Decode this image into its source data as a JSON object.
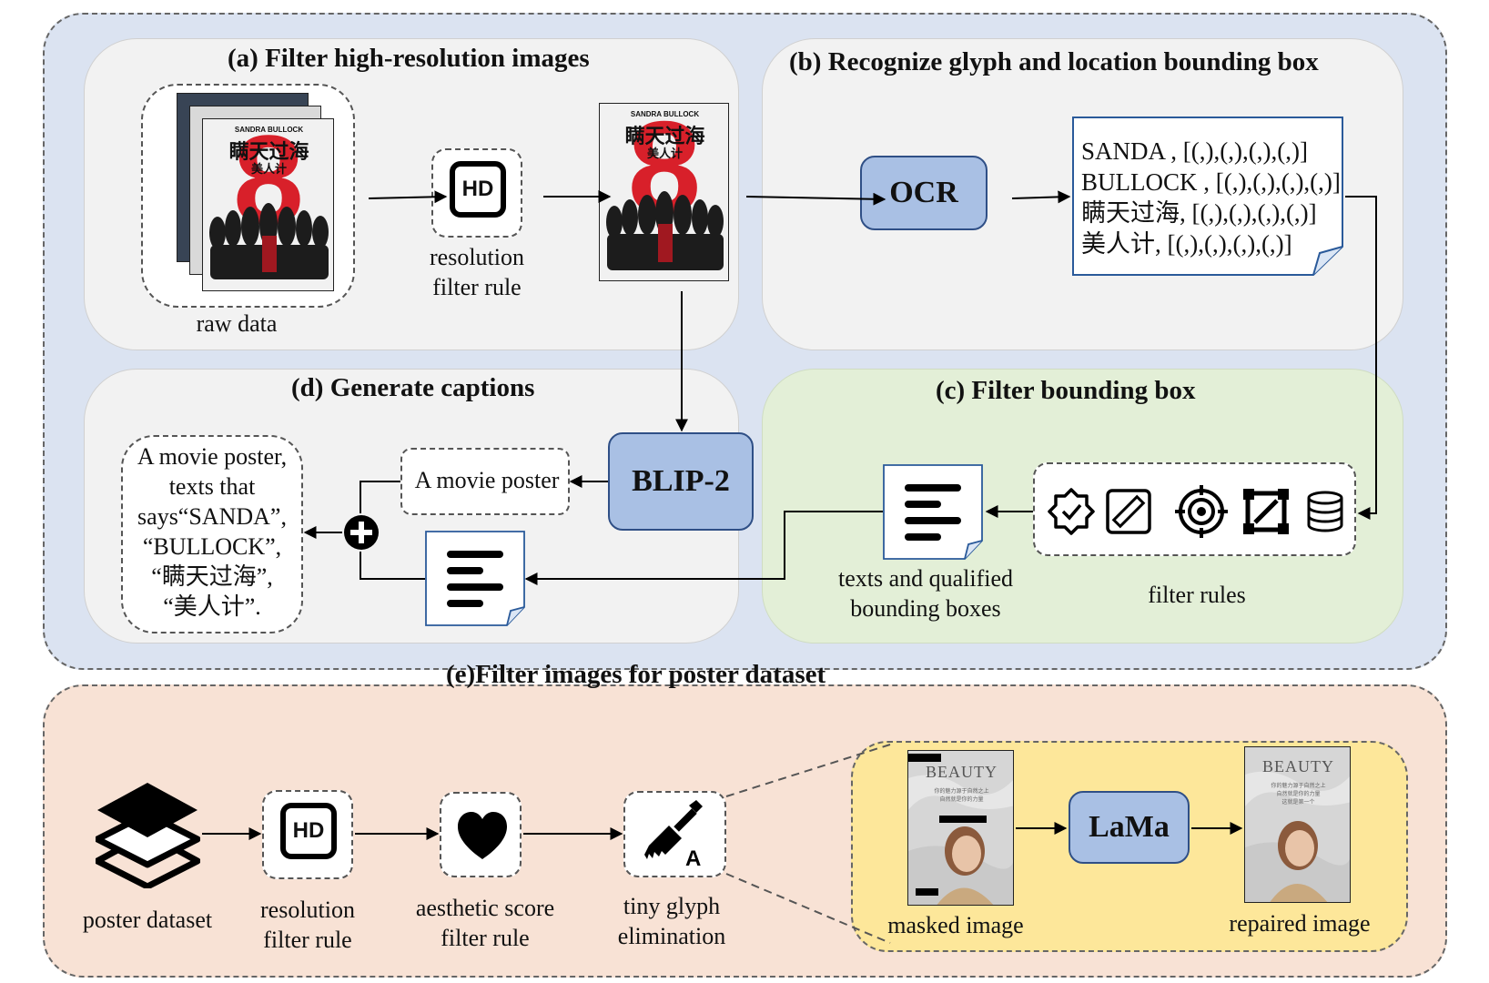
{
  "sections": {
    "a": {
      "title": "(a) Filter high-resolution images",
      "raw_data_label": "raw data",
      "rule_label_line1": "resolution",
      "rule_label_line2": "filter rule",
      "hd_text": "HD"
    },
    "b": {
      "title": "(b) Recognize glyph and location bounding box",
      "ocr_label": "OCR",
      "ocr_results": [
        "SANDA , [(,),(,),(,),(,)]",
        "BULLOCK , [(,),(,),(,),(,)]",
        "瞒天过海, [(,),(,),(,),(,)]",
        "美人计, [(,),(,),(,),(,)]"
      ]
    },
    "c": {
      "title": "(c) Filter bounding box",
      "texts_label_line1": "texts and qualified",
      "texts_label_line2": "bounding boxes",
      "filter_rules_label": "filter rules"
    },
    "d": {
      "title": "(d) Generate captions",
      "blip_label": "BLIP-2",
      "short_caption": "A movie poster",
      "caption_lines": [
        "A movie poster,",
        "texts that",
        "says“SANDA”,",
        "“BULLOCK”,",
        "“瞒天过海”,",
        "“美人计”."
      ]
    },
    "e": {
      "title": "(e)Filter images for poster dataset",
      "poster_dataset_label": "poster dataset",
      "hd_text": "HD",
      "resolution_line1": "resolution",
      "resolution_line2": "filter rule",
      "aesthetic_line1": "aesthetic score",
      "aesthetic_line2": "filter rule",
      "tiny_line1": "tiny glyph",
      "tiny_line2": "elimination",
      "lama_label": "LaMa",
      "masked_label": "masked image",
      "repaired_label": "repaired image"
    }
  },
  "poster": {
    "actress": "SANDRA BULLOCK",
    "title_cn": "瞒天过海",
    "subtitle_cn": "美人计",
    "big_numeral": "8"
  },
  "beauty_poster": {
    "title": "BEAUTY",
    "line1": "你的魅力源于自然之上",
    "line2": "自然就是你的力量",
    "line3": "这就是第一个"
  },
  "colors": {
    "top_bg": "#dbe3f1",
    "bottom_bg": "#f8e2d5",
    "panel_gray": "#f2f2f2",
    "panel_green": "#e3efd7",
    "panel_yellow": "#fde79a",
    "model_box": "#a9c0e4",
    "poster_red": "#d8202a"
  }
}
